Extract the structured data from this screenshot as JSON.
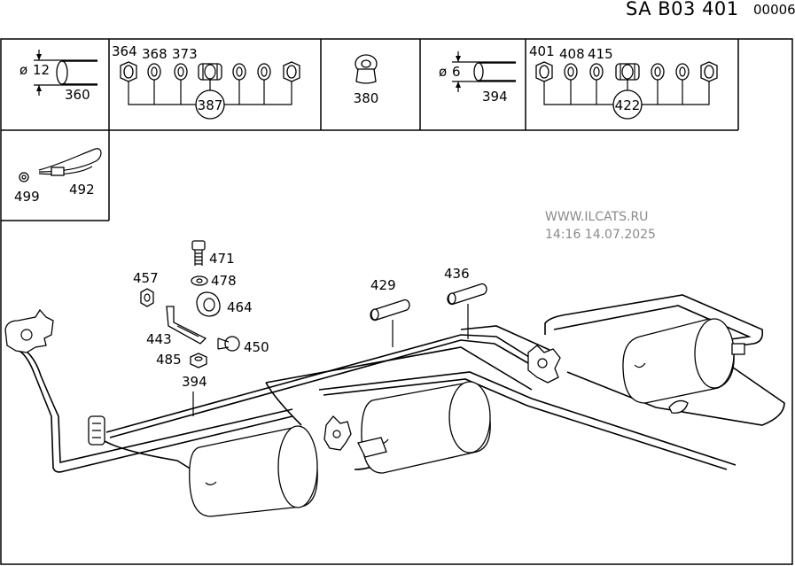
{
  "header": {
    "code": "SA B03 401",
    "number": "00006"
  },
  "watermark": {
    "site": "WWW.ILCATS.RU",
    "datetime": "14:16 14.07.2025"
  },
  "boxes": {
    "box1": {
      "dia_symbol": "ø",
      "dia_value": "12",
      "part": "360"
    },
    "box2": {
      "parts": [
        "364",
        "368",
        "373"
      ],
      "group": "387"
    },
    "box3": {
      "part": "380"
    },
    "box4": {
      "dia_symbol": "ø",
      "dia_value": "6",
      "part": "394"
    },
    "box5": {
      "parts": [
        "401",
        "408",
        "415"
      ],
      "group": "422"
    },
    "box6": {
      "parts": [
        "499",
        "492"
      ]
    }
  },
  "callouts": {
    "p471": "471",
    "p478": "478",
    "p457": "457",
    "p464": "464",
    "p443": "443",
    "p450": "450",
    "p485": "485",
    "p394": "394",
    "p429": "429",
    "p436": "436"
  }
}
